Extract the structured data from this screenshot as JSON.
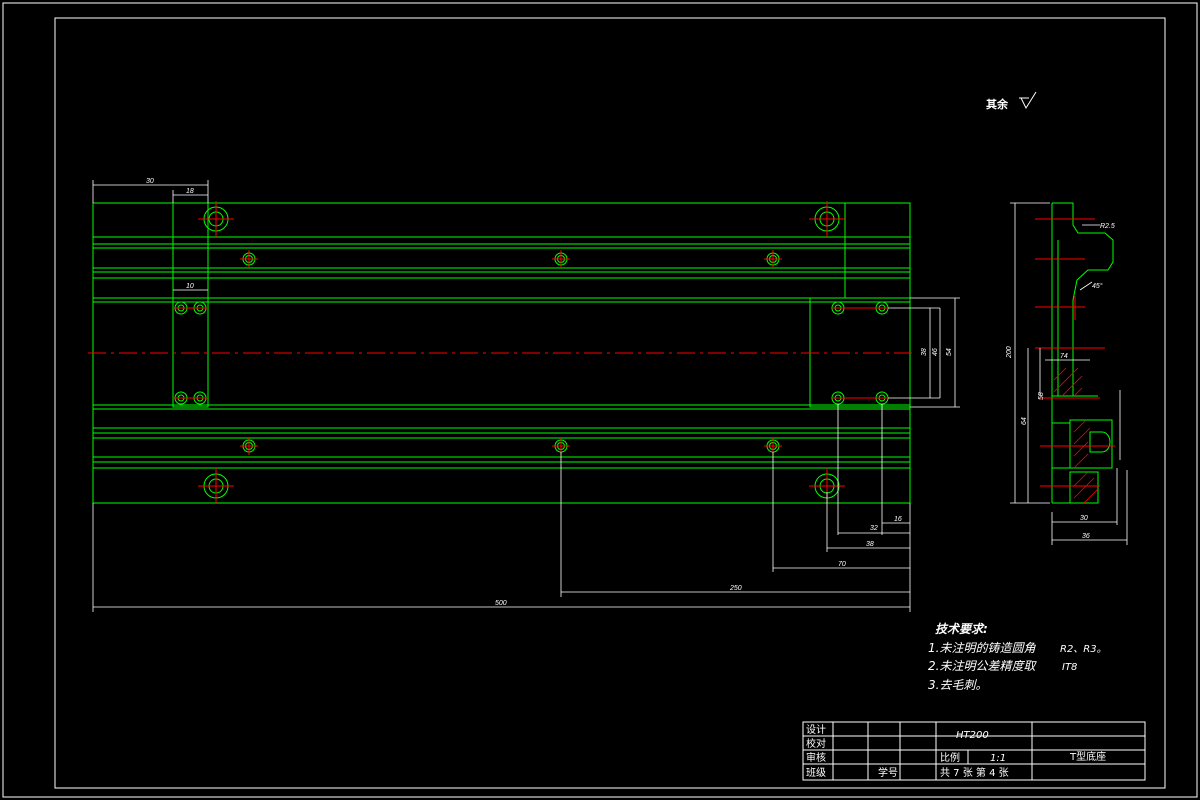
{
  "surface_finish": {
    "label": "其余"
  },
  "top_view_dims": {
    "d30": "30",
    "d18": "18",
    "d10": "10",
    "d38": "38",
    "d46": "46",
    "d54": "54",
    "d16": "16",
    "d32": "32",
    "d38b": "38",
    "d70": "70",
    "d250": "250",
    "d500": "500"
  },
  "side_view_dims": {
    "r25": "R2.5",
    "a45": "45°",
    "d200": "200",
    "d74": "74",
    "d58": "58",
    "d64": "64",
    "d30": "30",
    "d36": "36"
  },
  "tech_req": {
    "title": "技术要求:",
    "line1": "1.未注明的铸造圆角",
    "line1_val": "R2、R3。",
    "line2": "2.未注明公差精度取",
    "line2_val": "IT8",
    "line3": "3.去毛刺。"
  },
  "title_block": {
    "row_design": "设计",
    "row_check": "校对",
    "row_review": "审核",
    "row_class": "班级",
    "student_no": "学号",
    "material": "HT200",
    "scale_label": "比例",
    "scale_value": "1:1",
    "sheets": "共 7 张 第 4 张",
    "part_name": "T型底座"
  },
  "colors": {
    "outline": "#00ff00",
    "center": "#ff0000",
    "dimension": "#ffffff",
    "hatch": "#ff0000",
    "background": "#000000"
  }
}
